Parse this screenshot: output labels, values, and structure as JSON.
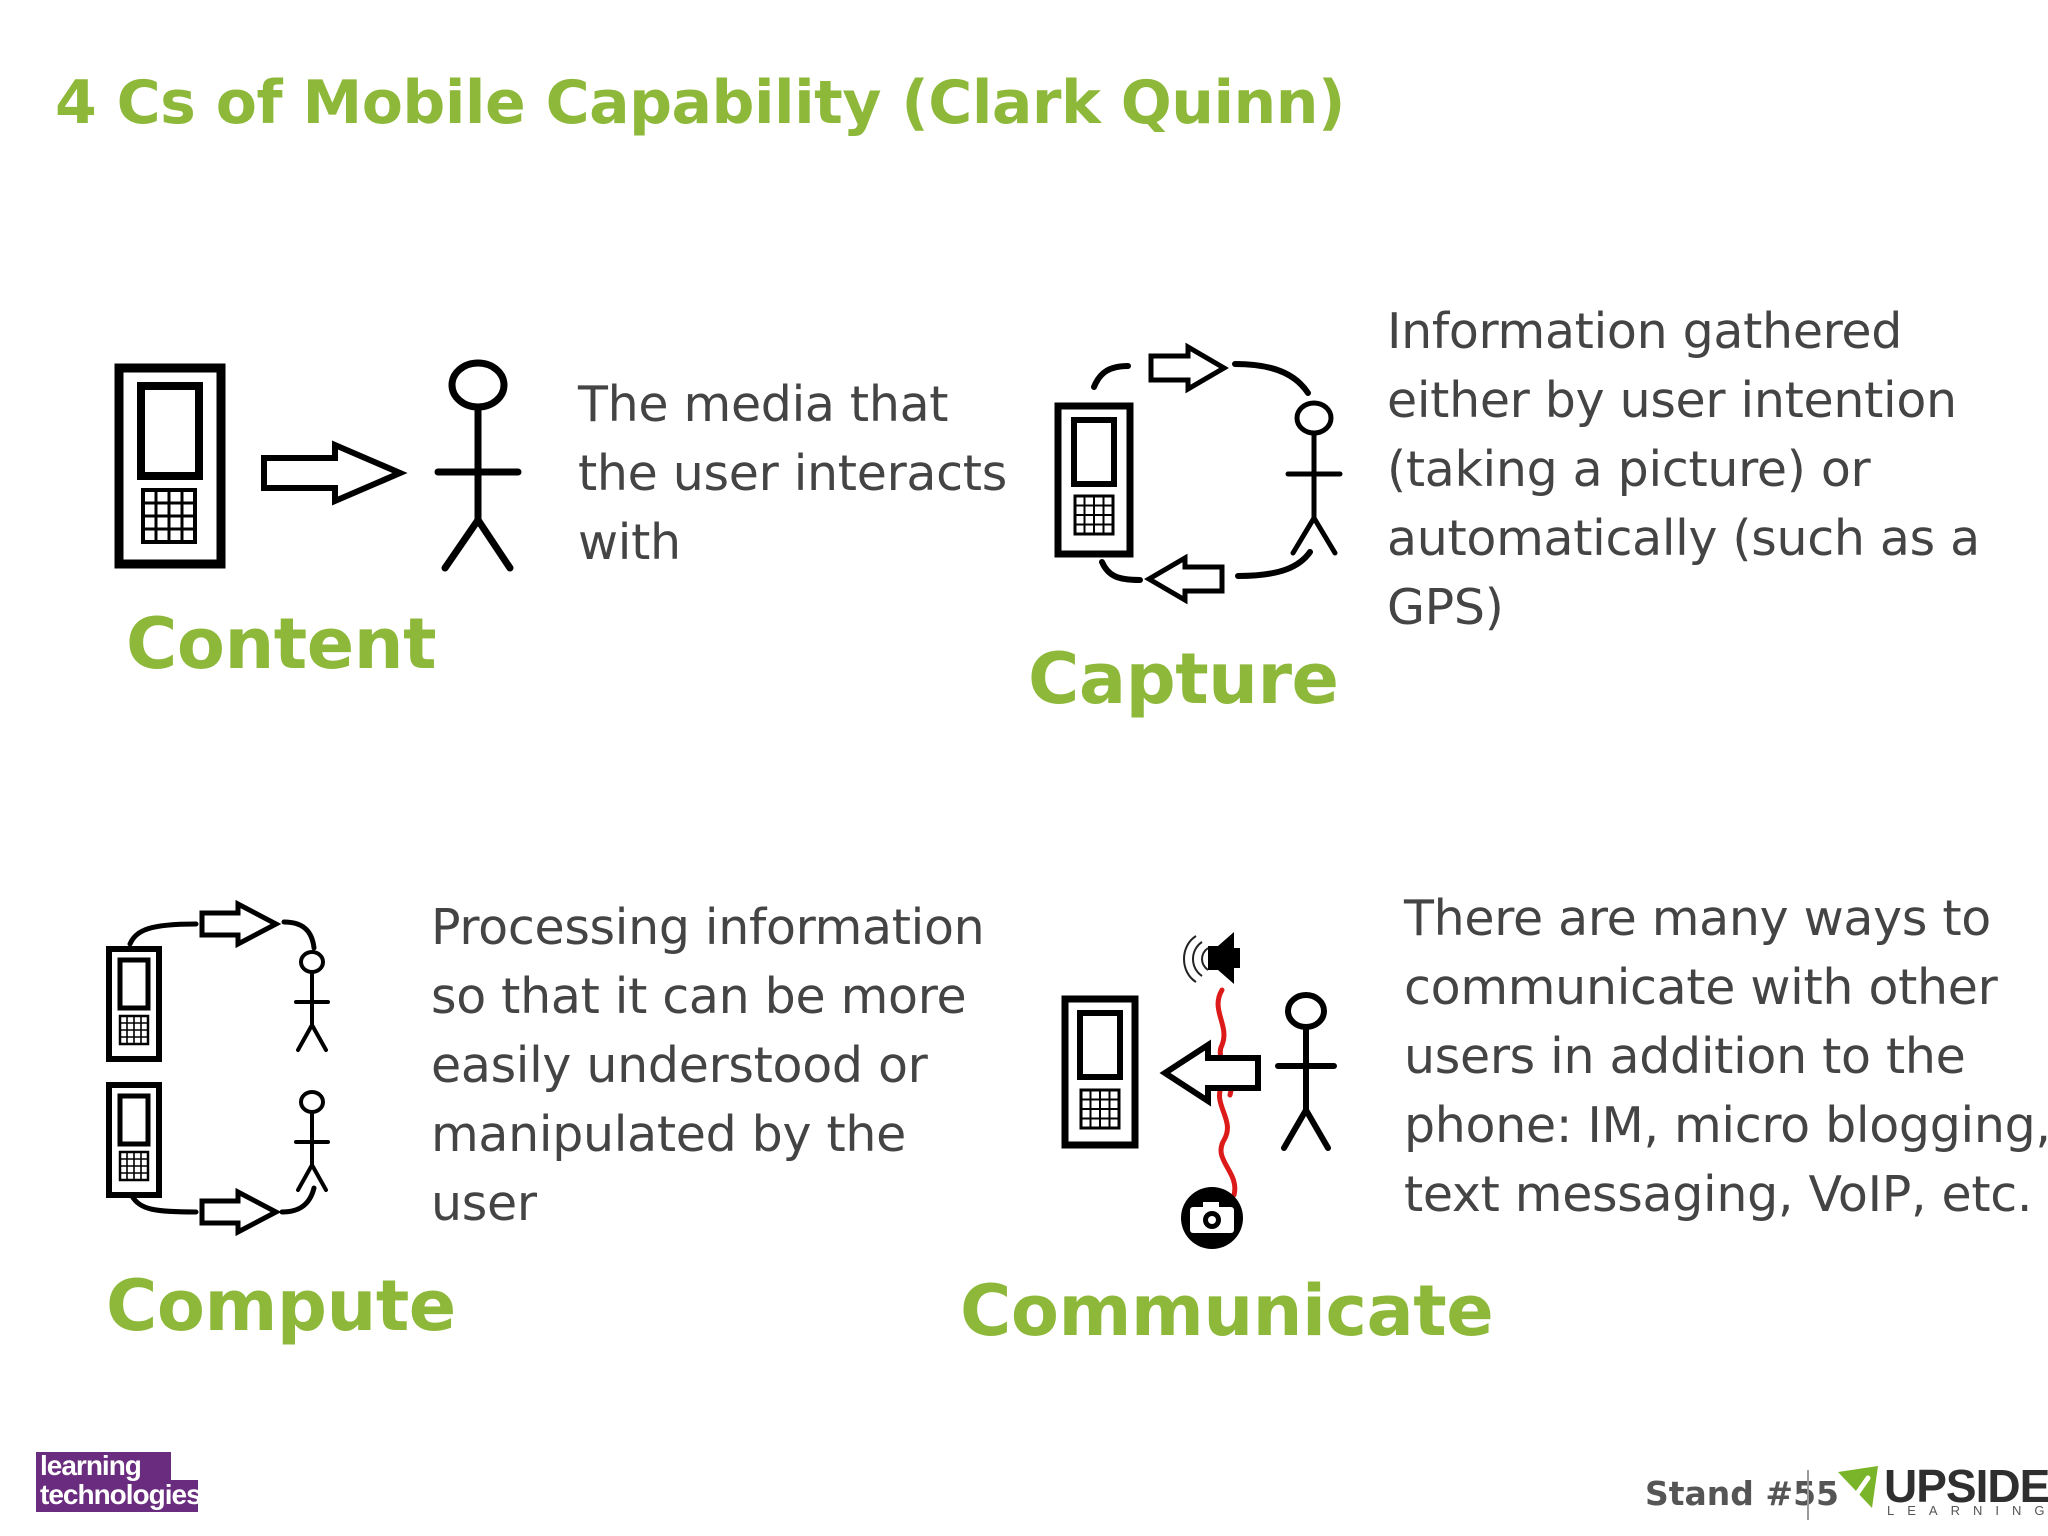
{
  "theme": {
    "accent": "#8db83a",
    "text": "#444444",
    "purple": "#6a2c7e",
    "upside_green": "#7ab529"
  },
  "title": "4 Cs of Mobile Capability (Clark Quinn)",
  "quadrants": {
    "content": {
      "label": "Content",
      "lines": [
        "The media that",
        "the user interacts",
        "with"
      ],
      "icons": [
        "phone-icon",
        "arrow-right-icon",
        "person-icon"
      ]
    },
    "capture": {
      "label": "Capture",
      "lines": [
        "Information gathered",
        "either by user intention",
        "(taking a picture) or",
        "automatically (such as a",
        "GPS)"
      ],
      "icons": [
        "phone-icon",
        "arrow-right-icon",
        "person-icon",
        "arrow-left-icon"
      ]
    },
    "compute": {
      "label": "Compute",
      "lines": [
        "Processing information",
        "so that it can be more",
        "easily understood or",
        "manipulated by the",
        "user"
      ],
      "icons": [
        "phone-icon",
        "person-icon",
        "arrow-right-icon"
      ]
    },
    "communicate": {
      "label": "Communicate",
      "lines": [
        "There are many ways to",
        "communicate with other",
        "users in addition to the",
        "phone: IM, micro blogging,",
        "text messaging, VoIP, etc."
      ],
      "icons": [
        "speaker-icon",
        "camera-icon",
        "phone-icon",
        "arrow-left-icon",
        "person-icon"
      ]
    }
  },
  "footer": {
    "learning_technologies_logo": {
      "line1": "learning",
      "line2": "technologies"
    },
    "stand": "Stand #55",
    "upside_logo": {
      "word": "UPSIDE",
      "sub": "LEARNING"
    }
  }
}
